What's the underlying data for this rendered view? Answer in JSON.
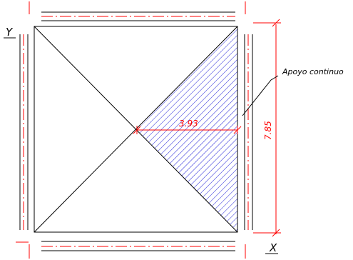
{
  "labels": {
    "axis_y": "Y",
    "axis_x": "X",
    "dim_horizontal": "3.93",
    "dim_vertical": "7.85",
    "support_note": "Apoyo continuo"
  },
  "colors": {
    "outline": "#000000",
    "axis_line": "#ff0000",
    "dimension": "#ff0000",
    "hatch": "#2424d8",
    "background": "#ffffff"
  }
}
